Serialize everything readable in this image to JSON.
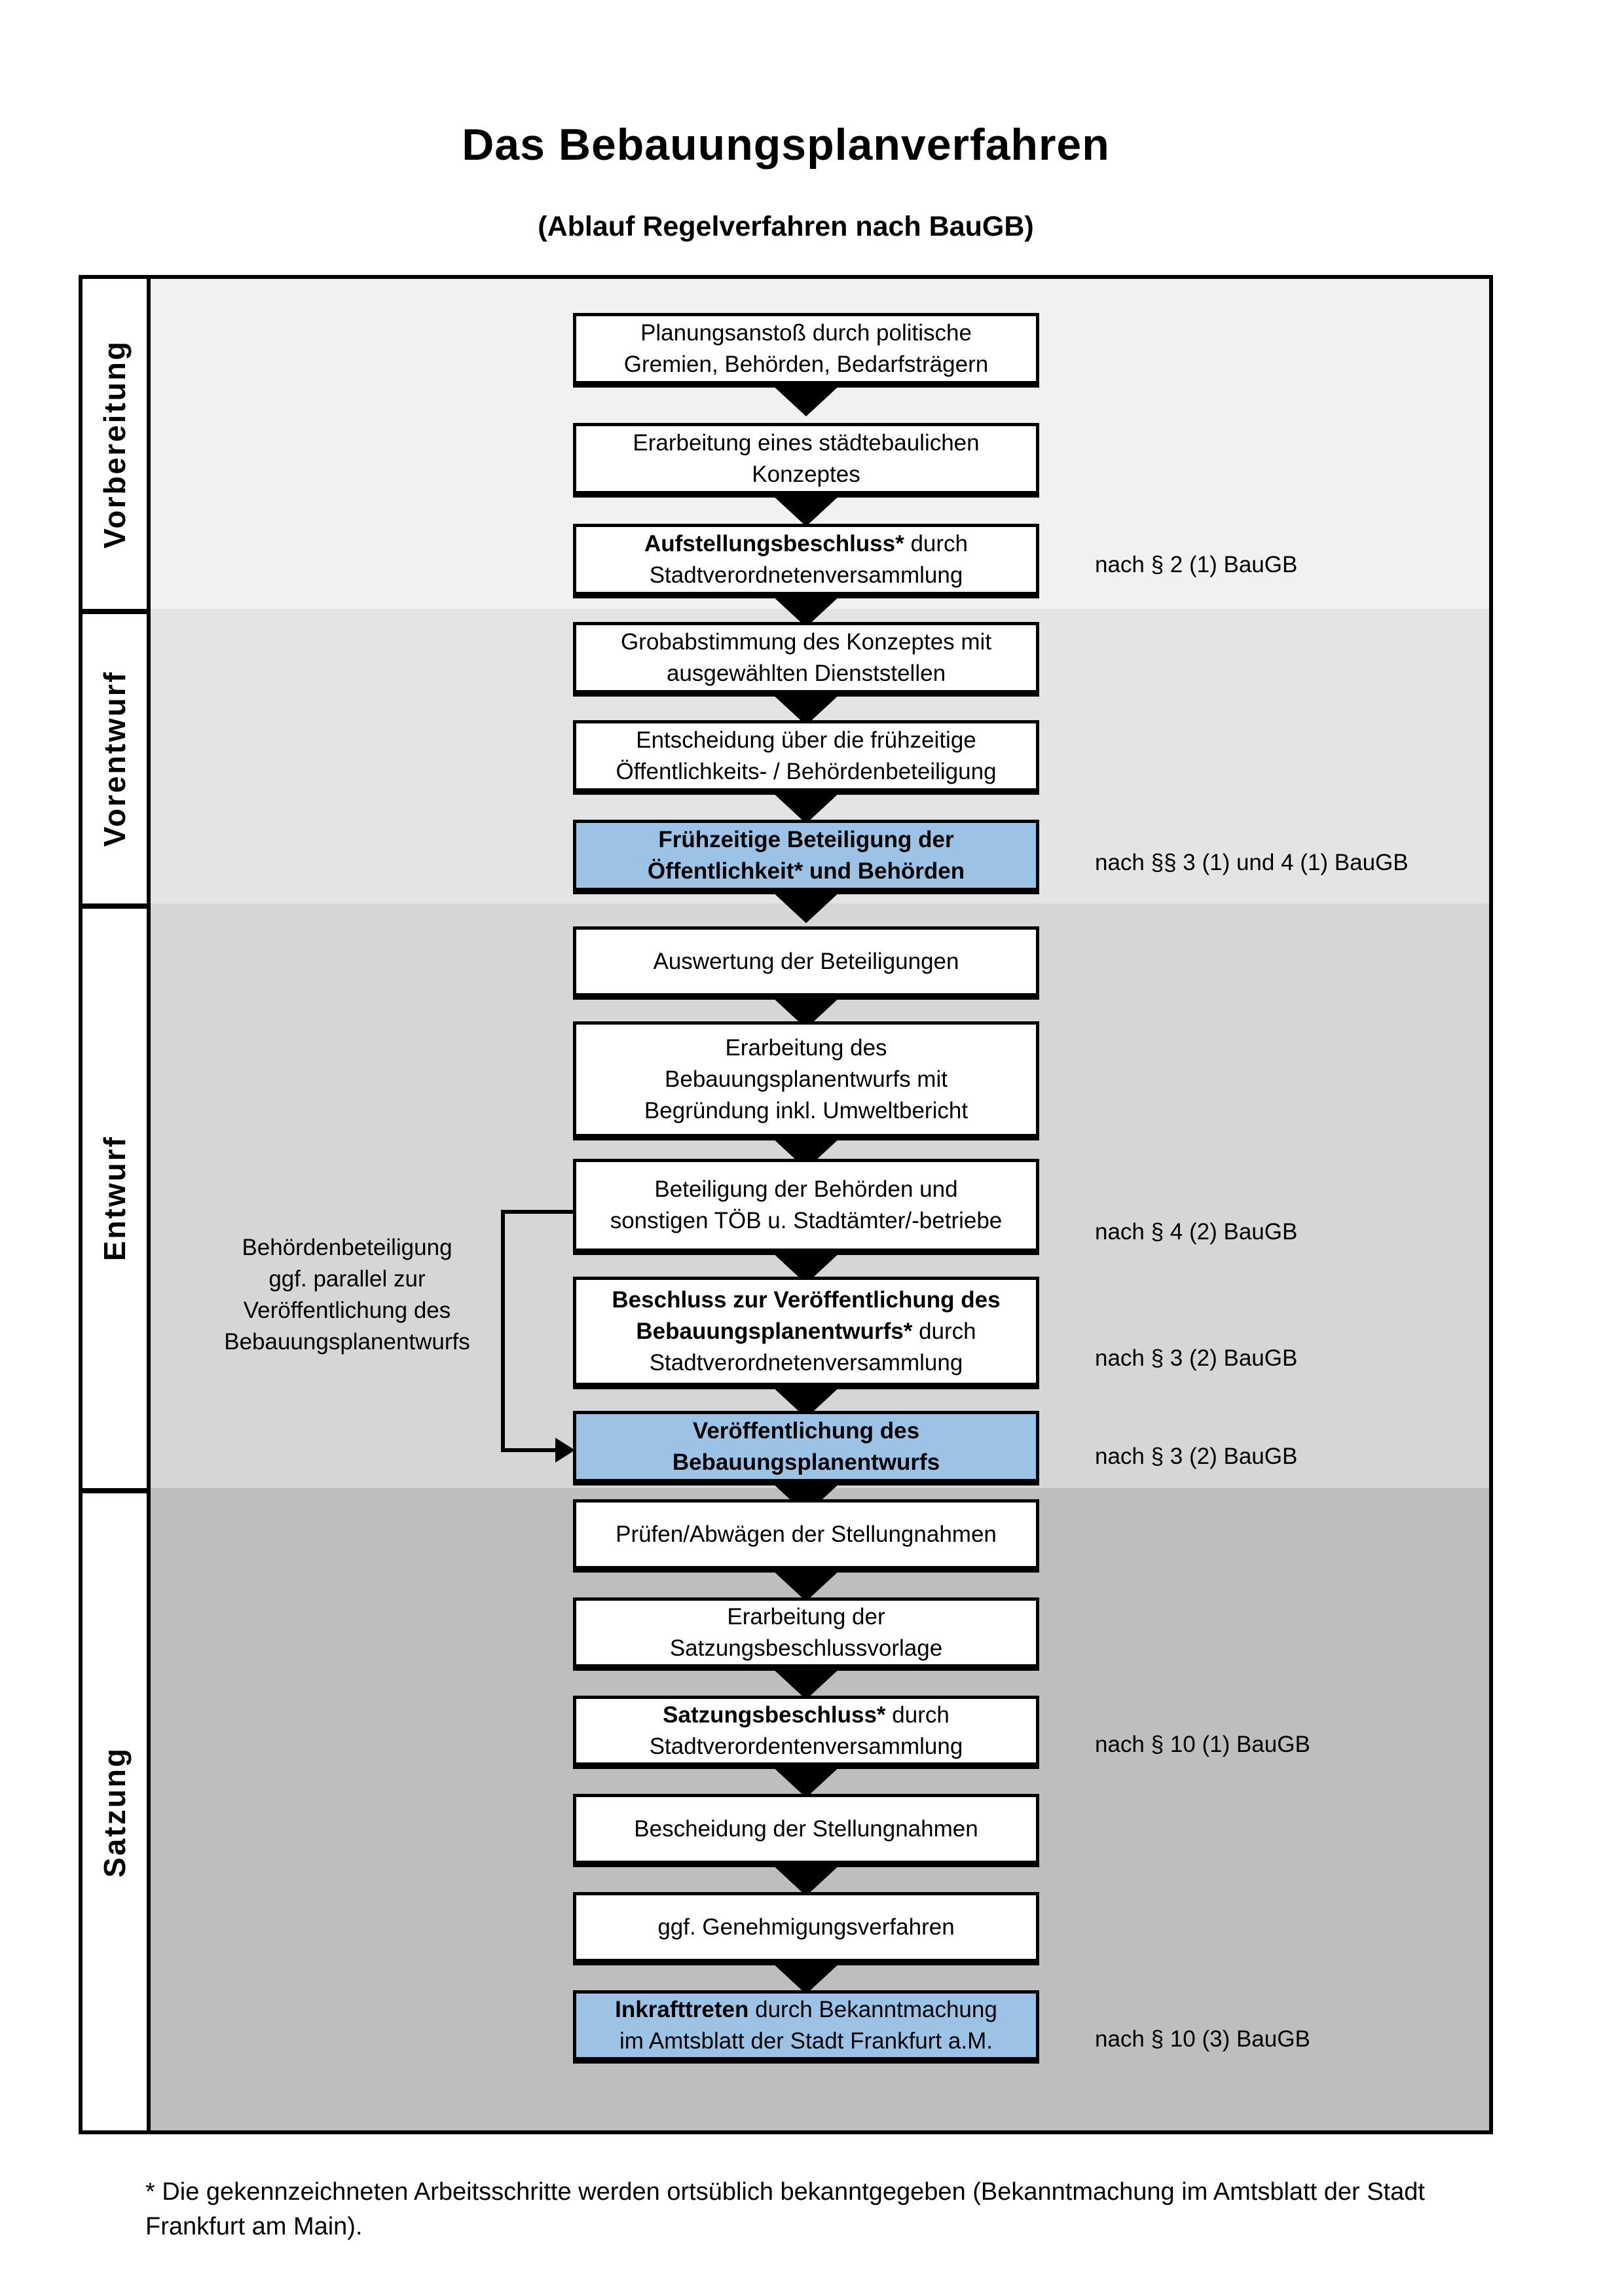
{
  "header": {
    "title": "Das Bebauungsplanverfahren",
    "subtitle": "(Ablauf Regelverfahren nach BauGB)"
  },
  "colors": {
    "highlight_blue": "#9CC3E6",
    "band_vorbereitung": "#F1F1F1",
    "band_vorentwurf": "#E4E4E4",
    "band_entwurf": "#D6D6D6",
    "band_satzung": "#BEBEBE"
  },
  "phases": [
    {
      "id": "vorbereitung",
      "label": "Vorbereitung",
      "steps": [
        {
          "id": "b1",
          "highlight": false,
          "law_ref": null,
          "lines": [
            [
              {
                "t": "Planungsanstoß durch politische",
                "b": false
              }
            ],
            [
              {
                "t": "Gremien, Behörden, Bedarfsträgern",
                "b": false
              }
            ]
          ]
        },
        {
          "id": "b2",
          "highlight": false,
          "law_ref": null,
          "lines": [
            [
              {
                "t": "Erarbeitung eines städtebaulichen",
                "b": false
              }
            ],
            [
              {
                "t": "Konzeptes",
                "b": false
              }
            ]
          ]
        },
        {
          "id": "b3",
          "highlight": false,
          "law_ref": "nach § 2 (1) BauGB",
          "lines": [
            [
              {
                "t": "Aufstellungsbeschluss*",
                "b": true
              },
              {
                "t": " durch",
                "b": false
              }
            ],
            [
              {
                "t": "Stadtverordnetenversammlung",
                "b": false
              }
            ]
          ]
        }
      ]
    },
    {
      "id": "vorentwurf",
      "label": "Vorentwurf",
      "steps": [
        {
          "id": "b4",
          "highlight": false,
          "law_ref": null,
          "lines": [
            [
              {
                "t": "Grobabstimmung des Konzeptes mit",
                "b": false
              }
            ],
            [
              {
                "t": "ausgewählten Dienststellen",
                "b": false
              }
            ]
          ]
        },
        {
          "id": "b5",
          "highlight": false,
          "law_ref": null,
          "lines": [
            [
              {
                "t": "Entscheidung über die frühzeitige",
                "b": false
              }
            ],
            [
              {
                "t": "Öffentlichkeits- / Behördenbeteiligung",
                "b": false
              }
            ]
          ]
        },
        {
          "id": "b6",
          "highlight": true,
          "law_ref": "nach §§ 3 (1) und 4 (1) BauGB",
          "lines": [
            [
              {
                "t": "Frühzeitige Beteiligung der",
                "b": true
              }
            ],
            [
              {
                "t": "Öffentlichkeit* und Behörden",
                "b": true
              }
            ]
          ]
        }
      ]
    },
    {
      "id": "entwurf",
      "label": "Entwurf",
      "steps": [
        {
          "id": "b7",
          "highlight": false,
          "law_ref": null,
          "lines": [
            [
              {
                "t": "Auswertung der Beteiligungen",
                "b": false
              }
            ]
          ]
        },
        {
          "id": "b8",
          "highlight": false,
          "law_ref": null,
          "lines": [
            [
              {
                "t": "Erarbeitung des",
                "b": false
              }
            ],
            [
              {
                "t": "Bebauungsplanentwurfs mit",
                "b": false
              }
            ],
            [
              {
                "t": "Begründung inkl. Umweltbericht",
                "b": false
              }
            ]
          ]
        },
        {
          "id": "b9",
          "highlight": false,
          "law_ref": "nach § 4 (2) BauGB",
          "lines": [
            [
              {
                "t": "Beteiligung der Behörden und",
                "b": false
              }
            ],
            [
              {
                "t": "sonstigen TÖB u. Stadtämter/-betriebe",
                "b": false
              }
            ]
          ]
        },
        {
          "id": "b10",
          "highlight": false,
          "law_ref": "nach § 3 (2) BauGB",
          "lines": [
            [
              {
                "t": "Beschluss zur Veröffentlichung des",
                "b": true
              }
            ],
            [
              {
                "t": "Bebauungsplanentwurfs*",
                "b": true
              },
              {
                "t": " durch",
                "b": false
              }
            ],
            [
              {
                "t": "Stadtverordnetenversammlung",
                "b": false
              }
            ]
          ]
        },
        {
          "id": "b11",
          "highlight": true,
          "law_ref": "nach § 3 (2) BauGB",
          "lines": [
            [
              {
                "t": "Veröffentlichung des",
                "b": true
              }
            ],
            [
              {
                "t": "Bebauungsplanentwurfs",
                "b": true
              }
            ]
          ]
        }
      ]
    },
    {
      "id": "satzung",
      "label": "Satzung",
      "steps": [
        {
          "id": "b12",
          "highlight": false,
          "law_ref": null,
          "lines": [
            [
              {
                "t": "Prüfen/Abwägen der Stellungnahmen",
                "b": false
              }
            ]
          ]
        },
        {
          "id": "b13",
          "highlight": false,
          "law_ref": null,
          "lines": [
            [
              {
                "t": "Erarbeitung der",
                "b": false
              }
            ],
            [
              {
                "t": "Satzungsbeschlussvorlage",
                "b": false
              }
            ]
          ]
        },
        {
          "id": "b14",
          "highlight": false,
          "law_ref": "nach § 10 (1) BauGB",
          "lines": [
            [
              {
                "t": "Satzungsbeschluss*",
                "b": true
              },
              {
                "t": " durch",
                "b": false
              }
            ],
            [
              {
                "t": "Stadtverordentenversammlung",
                "b": false
              }
            ]
          ]
        },
        {
          "id": "b15",
          "highlight": false,
          "law_ref": null,
          "lines": [
            [
              {
                "t": "Bescheidung der Stellungnahmen",
                "b": false
              }
            ]
          ]
        },
        {
          "id": "b16",
          "highlight": false,
          "law_ref": null,
          "lines": [
            [
              {
                "t": "ggf. Genehmigungsverfahren",
                "b": false
              }
            ]
          ]
        },
        {
          "id": "b17",
          "highlight": true,
          "law_ref": "nach § 10 (3) BauGB",
          "lines": [
            [
              {
                "t": "Inkrafttreten",
                "b": true
              },
              {
                "t": " durch Bekanntmachung",
                "b": false
              }
            ],
            [
              {
                "t": "im Amtsblatt der Stadt Frankfurt a.M.",
                "b": false
              }
            ]
          ]
        }
      ]
    }
  ],
  "side_note": {
    "text": "Behördenbeteiligung\nggf. parallel zur\nVeröffentlichung des\nBebauungsplanentwurfs"
  },
  "footnote": {
    "text": "* Die gekennzeichneten Arbeitsschritte werden ortsüblich bekanntgegeben (Bekanntmachung im Amtsblatt  der Stadt\nFrankfurt am Main)."
  }
}
